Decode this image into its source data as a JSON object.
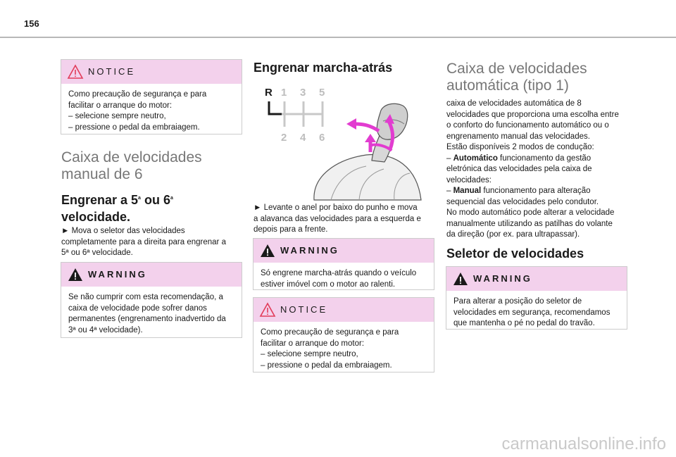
{
  "page_number": "156",
  "col1": {
    "notice": {
      "title": "NOTICE",
      "lines": [
        "Como precaução de segurança e para",
        "facilitar o arranque do motor:",
        "–  selecione sempre neutro,",
        "–  pressione o pedal da embraiagem."
      ]
    },
    "section_title": [
      "Caixa de velocidades",
      "manual de 6"
    ],
    "subsection": {
      "line1_a": "Engrenar a 5",
      "sup1": "a",
      "line1_b": " ou 6",
      "sup2": "a",
      "line2": "velocidade."
    },
    "para_lines": [
      "►  Mova o seletor das velocidades",
      "completamente para a direita para engrenar a",
      "5ª ou 6ª velocidade."
    ],
    "warning": {
      "title": "WARNING",
      "lines": [
        "Se não cumprir com esta recomendação, a",
        "caixa de velocidade pode sofrer danos",
        "permanentes (engrenamento inadvertido da",
        "3ª ou 4ª velocidade)."
      ]
    }
  },
  "col2": {
    "subsection": "Engrenar marcha-atrás",
    "gear_labels": {
      "r": "R",
      "g1": "1",
      "g3": "3",
      "g5": "5",
      "g2": "2",
      "g4": "4",
      "g6": "6"
    },
    "para_lines": [
      "►  Levante o anel por baixo do punho e mova",
      "a alavanca das velocidades para a esquerda e",
      "depois para a frente."
    ],
    "warning": {
      "title": "WARNING",
      "lines": [
        "Só engrene marcha-atrás quando o veículo",
        "estiver imóvel com o motor ao ralenti."
      ]
    },
    "notice": {
      "title": "NOTICE",
      "lines": [
        "Como precaução de segurança e para",
        "facilitar o arranque do motor:",
        "–  selecione sempre neutro,",
        "–  pressione o pedal da embraiagem."
      ]
    }
  },
  "col3": {
    "section_title": [
      "Caixa de velocidades",
      "automática (tipo 1)"
    ],
    "para_lines": [
      "caixa de velocidades automática de 8",
      "velocidades que proporciona uma escolha entre",
      "o conforto do funcionamento automático ou o",
      "engrenamento manual das velocidades.",
      "Estão disponíveis 2 modos de condução:"
    ],
    "auto_bold": "Automático",
    "auto_rest": " funcionamento da gestão",
    "auto_lines": [
      "eletrónica das velocidades pela caixa de",
      "velocidades:"
    ],
    "manual_bold": "Manual",
    "manual_rest": " funcionamento para alteração",
    "tail_lines": [
      "sequencial das velocidades pelo condutor.",
      "No modo automático pode alterar a velocidade",
      "manualmente utilizando as patilhas do volante",
      "da direção (por ex. para ultrapassar)."
    ],
    "subsection": "Seletor de velocidades",
    "warning": {
      "title": "WARNING",
      "lines": [
        "Para alterar a posição do seletor de",
        "velocidades em segurança, recomendamos",
        "que mantenha o pé no pedal do travão."
      ]
    }
  },
  "watermark": "carmanualsonline.info",
  "colors": {
    "box_header": "#f3d1ec",
    "accent_magenta": "#e23cd0",
    "title_gray": "#777777"
  }
}
